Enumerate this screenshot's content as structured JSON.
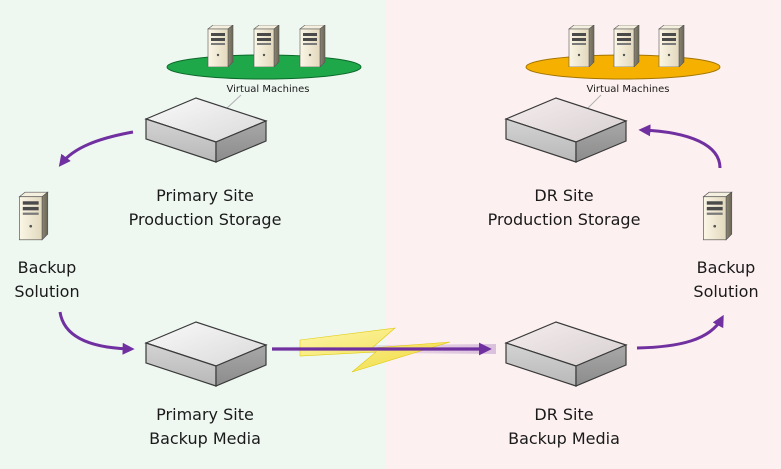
{
  "colors": {
    "primary_bg": "#eef8f1",
    "dr_bg": "#fdf0f0",
    "primary_ellipse": "#1fa84a",
    "dr_ellipse": "#f6b100",
    "arrow": "#7030a0"
  },
  "primary": {
    "vm_label": "Virtual Machines",
    "storage_line1": "Primary Site",
    "storage_line2": "Production Storage",
    "backup_line1": "Backup",
    "backup_line2": "Solution",
    "media_line1": "Primary Site",
    "media_line2": "Backup Media"
  },
  "dr": {
    "vm_label": "Virtual Machines",
    "storage_line1": "DR Site",
    "storage_line2": "Production Storage",
    "backup_line1": "Backup",
    "backup_line2": "Solution",
    "media_line1": "DR Site",
    "media_line2": "Backup Media"
  },
  "icons": {
    "server": "server-tower-icon",
    "storage": "storage-appliance-icon",
    "wan": "lightning-bolt-icon",
    "arrow": "curved-arrow-icon"
  }
}
